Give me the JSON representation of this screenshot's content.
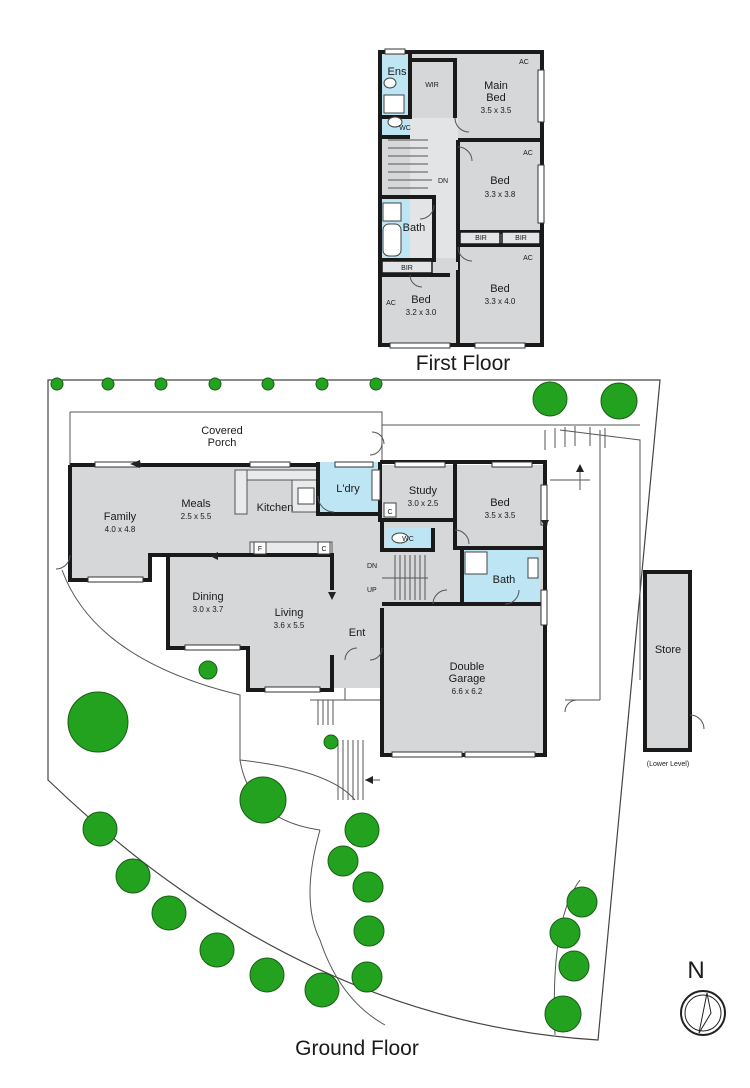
{
  "first_floor": {
    "title": "First Floor",
    "rooms": [
      {
        "name": "Main",
        "name2": "Bed",
        "dims": "3.5 x 3.5"
      },
      {
        "name": "Bed",
        "dims": "3.3 x 3.8"
      },
      {
        "name": "Bed",
        "dims": "3.3 x 4.0"
      },
      {
        "name": "Bed",
        "dims": "3.2 x 3.0"
      },
      {
        "name": "Bath"
      },
      {
        "name": "Ens"
      },
      {
        "name": "WIR"
      },
      {
        "name": "WC"
      }
    ],
    "labels": {
      "ac": "AC",
      "bir": "BIR",
      "dn": "DN"
    }
  },
  "ground_floor": {
    "title": "Ground Floor",
    "rooms": [
      {
        "name": "Covered",
        "name2": "Porch"
      },
      {
        "name": "Family",
        "dims": "4.0 x 4.8"
      },
      {
        "name": "Meals",
        "dims": "2.5 x 5.5"
      },
      {
        "name": "Kitchen"
      },
      {
        "name": "L'dry"
      },
      {
        "name": "Study",
        "dims": "3.0 x 2.5"
      },
      {
        "name": "Bed",
        "dims": "3.5 x 3.5"
      },
      {
        "name": "Dining",
        "dims": "3.0 x 3.7"
      },
      {
        "name": "Living",
        "dims": "3.6 x 5.5"
      },
      {
        "name": "Ent"
      },
      {
        "name": "Bath"
      },
      {
        "name": "WC"
      },
      {
        "name": "Double",
        "name2": "Garage",
        "dims": "6.6 x 6.2"
      },
      {
        "name": "Store",
        "note": "(Lower Level)"
      }
    ],
    "labels": {
      "dn": "DN",
      "up": "UP",
      "c": "C",
      "f": "F"
    }
  },
  "compass": {
    "label": "N"
  },
  "colors": {
    "floor": "#d6d7d9",
    "wet_area": "#bde5f4",
    "tree": "#22a21f",
    "wall": "#1a1a1a"
  }
}
